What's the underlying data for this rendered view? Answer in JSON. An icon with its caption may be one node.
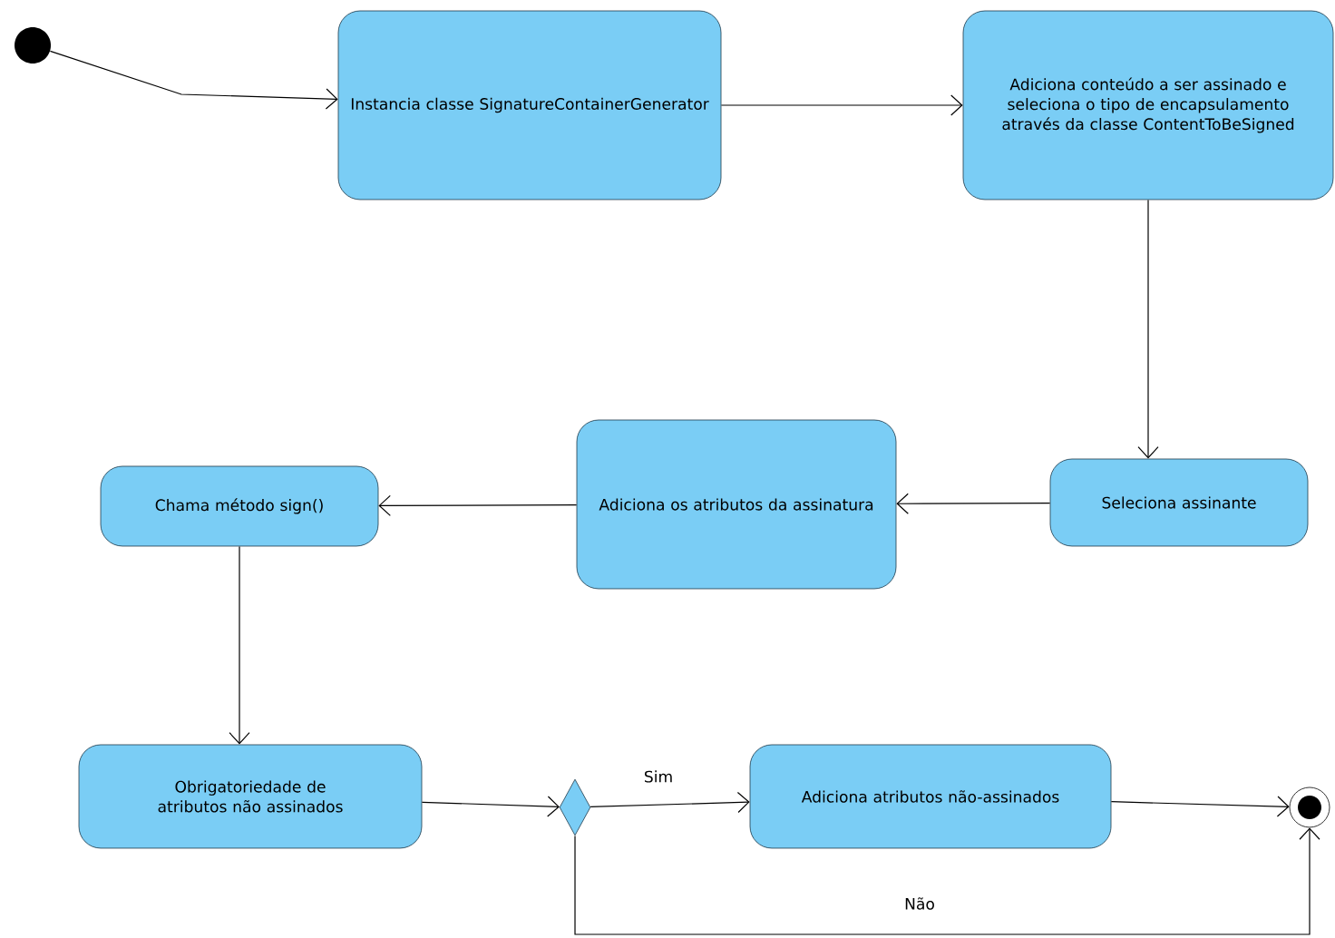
{
  "diagram": {
    "nodes": [
      {
        "text": [],
        "shape": "circle"
      },
      {
        "text": [
          "Instancia classe SignatureContainerGenerator"
        ]
      },
      {
        "text": [
          "Adiciona conteúdo a ser assinado e seleciona o tipo de encapsulamento através da classe ContentToBeSigned"
        ]
      },
      {
        "text": [
          "Seleciona assinante"
        ]
      },
      {
        "text": [
          "Adiciona os atributos da assinatura"
        ]
      },
      {
        "text": [
          "Chama método sign()"
        ]
      },
      {
        "text": [
          "Obrigatoriedade de atributos não assinados"
        ]
      },
      {
        "text": [],
        "shape": "diamond"
      },
      {
        "text": [
          "Adiciona atributos não-assinados"
        ]
      },
      {
        "text": [],
        "shape": "bullseye"
      }
    ],
    "edges": [
      {
        "from": 0,
        "to": 1,
        "arrow": "to"
      },
      {
        "from": 1,
        "to": 2,
        "arrow": "to"
      },
      {
        "from": 2,
        "to": 3,
        "arrow": "to"
      },
      {
        "from": 3,
        "to": 4,
        "arrow": "to"
      },
      {
        "from": 4,
        "to": 5,
        "arrow": "to"
      },
      {
        "from": 5,
        "to": 6,
        "arrow": "to"
      },
      {
        "from": 6,
        "to": 7,
        "arrow": "to"
      },
      {
        "from": 7,
        "to": 8,
        "arrow": "to",
        "label": "Sim"
      },
      {
        "from": 8,
        "to": 9,
        "arrow": "to"
      },
      {
        "from": 7,
        "to": 9,
        "arrow": "to",
        "label": "Não"
      }
    ]
  }
}
